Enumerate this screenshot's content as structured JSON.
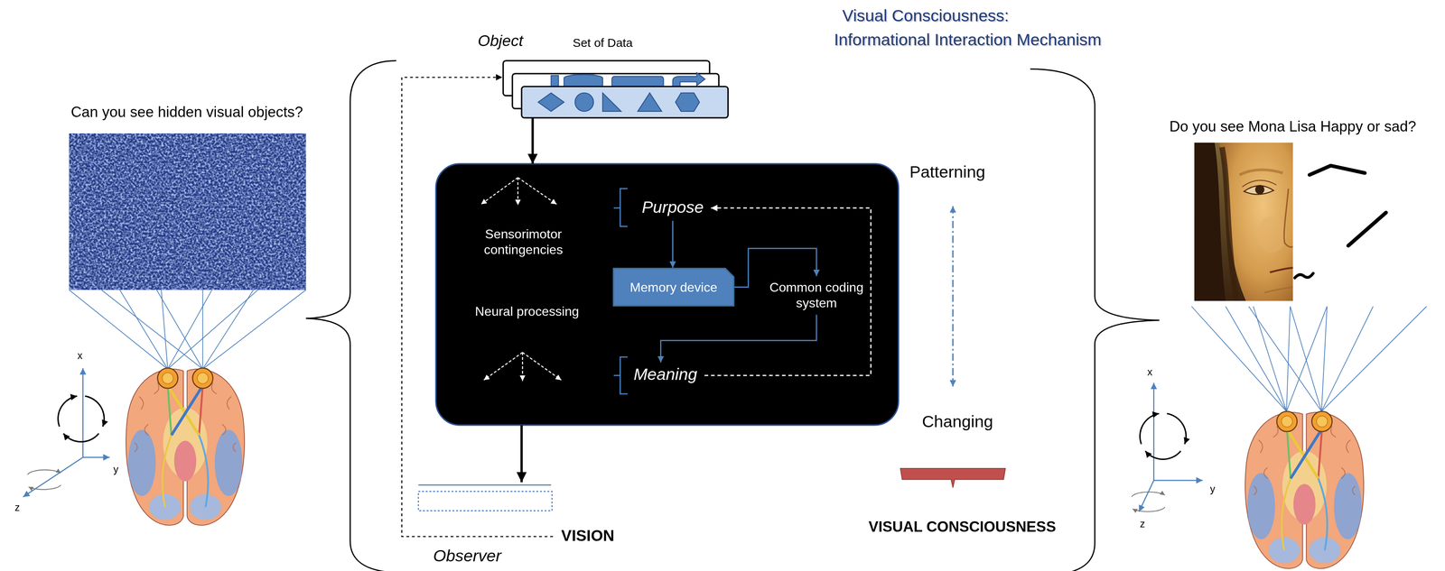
{
  "diagram": {
    "title": "Visual Consciousness: Informational Interaction Mechanism",
    "nodes": [
      {
        "text": [
          "Can you see hidden visual objects?"
        ]
      },
      {
        "text": [
          "Object",
          "Set of Data"
        ]
      },
      {
        "text": [
          "Sensorimotor contingencies",
          "Neural processing"
        ]
      },
      {
        "text": [
          "Purpose"
        ],
        "in": 2
      },
      {
        "text": [
          "Memory device"
        ],
        "in": 2
      },
      {
        "text": [
          "Common coding system"
        ],
        "in": 2
      },
      {
        "text": [
          "Meaning"
        ],
        "in": 2
      },
      {
        "text": [
          "VISION",
          "Observer"
        ]
      },
      {
        "text": [
          "Do you see Mona Lisa Happy or sad?"
        ]
      }
    ],
    "edges": [
      {
        "from": 1,
        "to": 2,
        "arrow": "to"
      },
      {
        "from": 3,
        "to": 4,
        "arrow": "to"
      },
      {
        "from": 4,
        "to": 5,
        "arrow": "to"
      },
      {
        "from": 5,
        "to": 6,
        "arrow": "to"
      },
      {
        "from": 6,
        "to": 3,
        "arrow": "to"
      },
      {
        "from": 2,
        "to": 7,
        "arrow": "to"
      },
      {
        "from": 7,
        "to": 1,
        "arrow": "to"
      }
    ],
    "labels": [
      "Patterning",
      "Changing",
      "VISUAL CONSCIOUSNESS",
      "x",
      "y",
      "z",
      "x",
      "y",
      "z"
    ]
  }
}
